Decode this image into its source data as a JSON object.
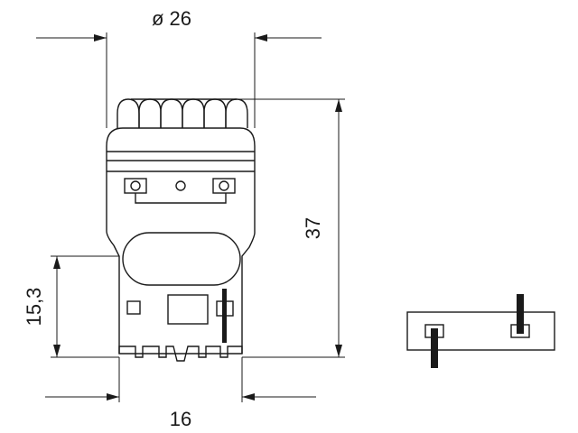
{
  "dimensions": {
    "diameter_label": "ø 26",
    "height_label": "37",
    "base_height_label": "15,3",
    "base_width_label": "16"
  }
}
